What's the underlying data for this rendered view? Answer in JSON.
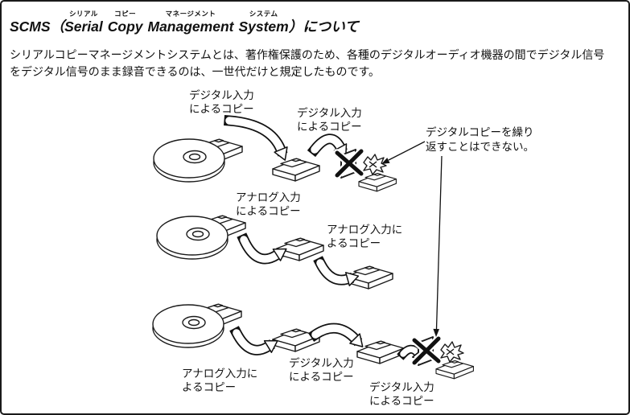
{
  "page": {
    "background": "#ffffff",
    "border_color": "#1a1a1a",
    "title": {
      "prefix": "SCMS（",
      "words": [
        {
          "base": "Serial",
          "ruby": "シリアル"
        },
        {
          "base": "Copy",
          "ruby": "コピー"
        },
        {
          "base": "Management",
          "ruby": "マネージメント"
        },
        {
          "base": "System",
          "ruby": "システム"
        }
      ],
      "suffix": "）について"
    },
    "body": "シリアルコピーマネージメントシステムとは、著作権保護のため、各種のデジタルオーディオ機器の間でデジタル信号をデジタル信号のまま録音できるのは、一世代だけと規定したものです。"
  },
  "diagram": {
    "note": {
      "line1": "デジタルコピーを繰り",
      "line2": "返すことはできない。"
    },
    "labels": {
      "row1_source": {
        "line1": "デジタル入力",
        "line2": "によるコピー"
      },
      "row1_second": {
        "line1": "デジタル入力",
        "line2": "によるコピー"
      },
      "row2_source": {
        "line1": "アナログ入力",
        "line2": "によるコピー"
      },
      "row2_second": {
        "line1": "アナログ入力に",
        "line2": "よるコピー"
      },
      "row3_source": {
        "line1": "アナログ入力に",
        "line2": "よるコピー"
      },
      "row3_second": {
        "line1": "デジタル入力",
        "line2": "によるコピー"
      },
      "row3_third": {
        "line1": "デジタル入力",
        "line2": "によるコピー"
      }
    },
    "icons": {
      "cd": "compact-disc-icon",
      "md": "md-deck-icon",
      "blocked": "copy-blocked-icon",
      "arrow": "copy-flow-arrow"
    }
  }
}
